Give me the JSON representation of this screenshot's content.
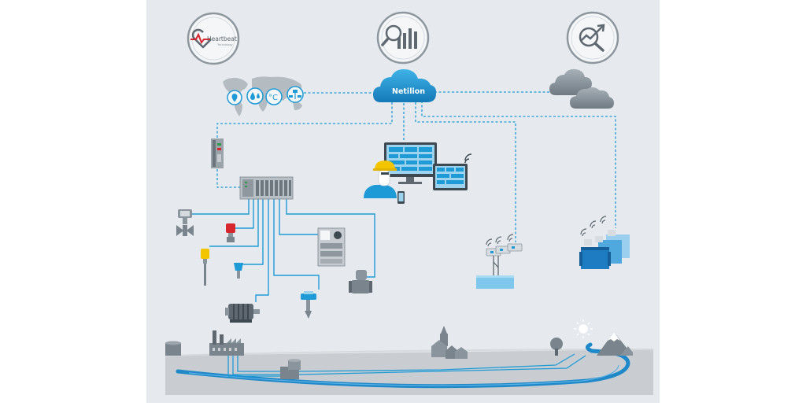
{
  "cloud": {
    "label": "Netilion"
  },
  "heartbeat_icon": {
    "brand": "Heartbeat",
    "sub": "Technology"
  },
  "weather_icons": {
    "temperature": "°C"
  },
  "colors": {
    "panel": "#E6EAEE",
    "accent_blue": "#1E9BD7",
    "cloud_blue": "#1A8FCB",
    "device_gray": "#8A949C",
    "dark_gray": "#5F6870",
    "ground": "#C9CDD1",
    "river": "#1E88C8",
    "helmet_yellow": "#F2C500",
    "alert_red": "#D7262E"
  }
}
